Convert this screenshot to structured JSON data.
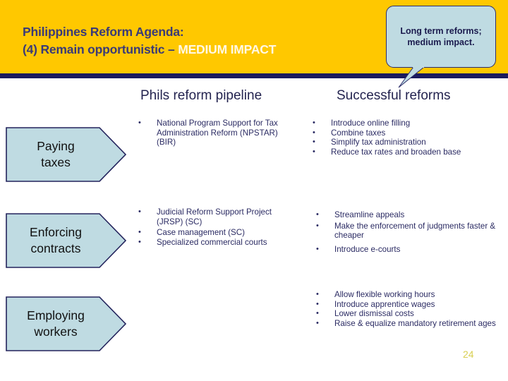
{
  "slide": {
    "header": {
      "title_line1": "Philippines Reform Agenda:",
      "title_line2_prefix": "(4) Remain opportunistic – ",
      "title_line2_impact": "MEDIUM IMPACT",
      "band_color": "#FFC800",
      "rule_color": "#1b1b5e",
      "title_color": "#3a3a78",
      "impact_color": "#FFF8E6"
    },
    "callout": {
      "text": "Long term reforms; medium impact.",
      "fill_color": "#bfdbe2",
      "border_color": "#2d2d6b"
    },
    "columns": {
      "pipeline_header": "Phils reform pipeline",
      "successful_header": "Successful reforms"
    },
    "rows": [
      {
        "arrow_label_line1": "Paying",
        "arrow_label_line2": "taxes",
        "pipeline": [
          "National Program Support for Tax Administration Reform (NPSTAR) (BIR)"
        ],
        "successful": [
          "Introduce online filling",
          "Combine taxes",
          "Simplify tax administration",
          "Reduce tax rates and broaden base"
        ]
      },
      {
        "arrow_label_line1": "Enforcing",
        "arrow_label_line2": "contracts",
        "pipeline": [
          "Judicial Reform Support Project (JRSP) (SC)",
          "Case management (SC)",
          "Specialized commercial courts"
        ],
        "successful": [
          "Streamline appeals",
          "Make the enforcement of judgments faster & cheaper",
          "Introduce e-courts"
        ]
      },
      {
        "arrow_label_line1": "Employing",
        "arrow_label_line2": "workers",
        "pipeline": [],
        "successful": [
          "Allow flexible working hours",
          "Introduce apprentice wages",
          "Lower dismissal costs",
          "Raise & equalize mandatory retirement ages"
        ]
      }
    ],
    "arrow_fill_color": "#bfdbe2",
    "arrow_border_color": "#23235c",
    "page_number": "24",
    "page_number_color": "#d8cf52",
    "bullet_glyph": "•"
  }
}
